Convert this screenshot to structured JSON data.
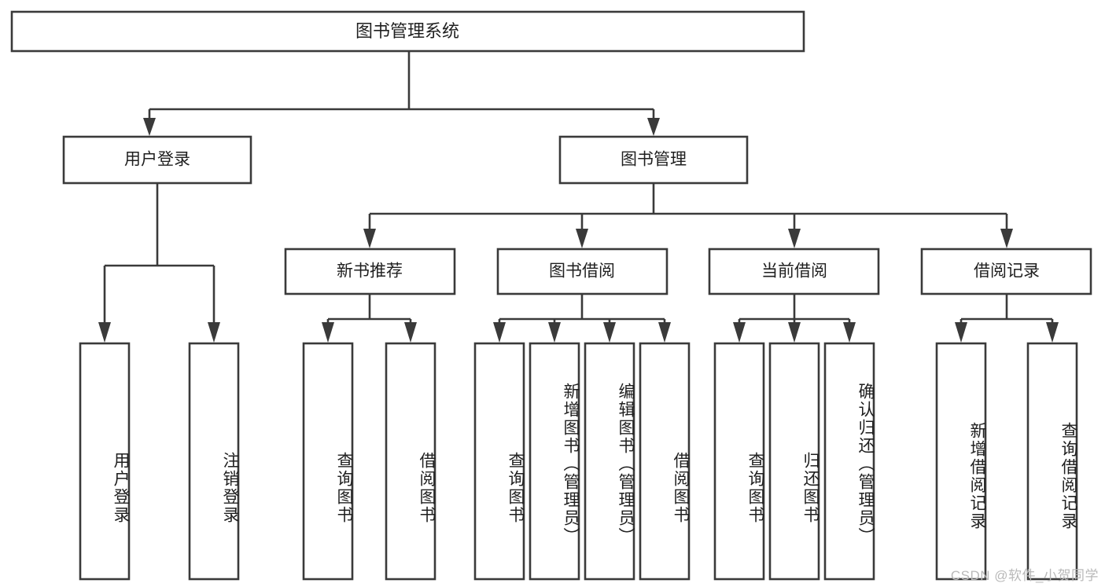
{
  "diagram": {
    "type": "tree",
    "title": "图书管理系统",
    "orientation": "top-down",
    "colors": {
      "stroke": "#3a3a3a",
      "fill": "#ffffff",
      "text": "#1f1f1f",
      "watermark": "#b9b9b9"
    }
  },
  "root": {
    "label": "图书管理系统"
  },
  "level2": [
    {
      "label": "用户登录"
    },
    {
      "label": "图书管理"
    }
  ],
  "level3": [
    {
      "label": "新书推荐"
    },
    {
      "label": "图书借阅"
    },
    {
      "label": "当前借阅"
    },
    {
      "label": "借阅记录"
    }
  ],
  "leaves": {
    "user_login": [
      {
        "label": "用户登录"
      },
      {
        "label": "注销登录"
      }
    ],
    "new_book_recommend": [
      {
        "label": "查询图书"
      },
      {
        "label": "借阅图书"
      }
    ],
    "book_borrow": [
      {
        "label": "查询图书"
      },
      {
        "label": "新增图书（管理员）"
      },
      {
        "label": "编辑图书（管理员）"
      },
      {
        "label": "借阅图书"
      }
    ],
    "current_borrow": [
      {
        "label": "查询图书"
      },
      {
        "label": "归还图书"
      },
      {
        "label": "确认归还（管理员）"
      }
    ],
    "borrow_record": [
      {
        "label": "新增借阅记录"
      },
      {
        "label": "查询借阅记录"
      }
    ]
  },
  "watermark": {
    "text": "CSDN @软件_小贺同学"
  }
}
